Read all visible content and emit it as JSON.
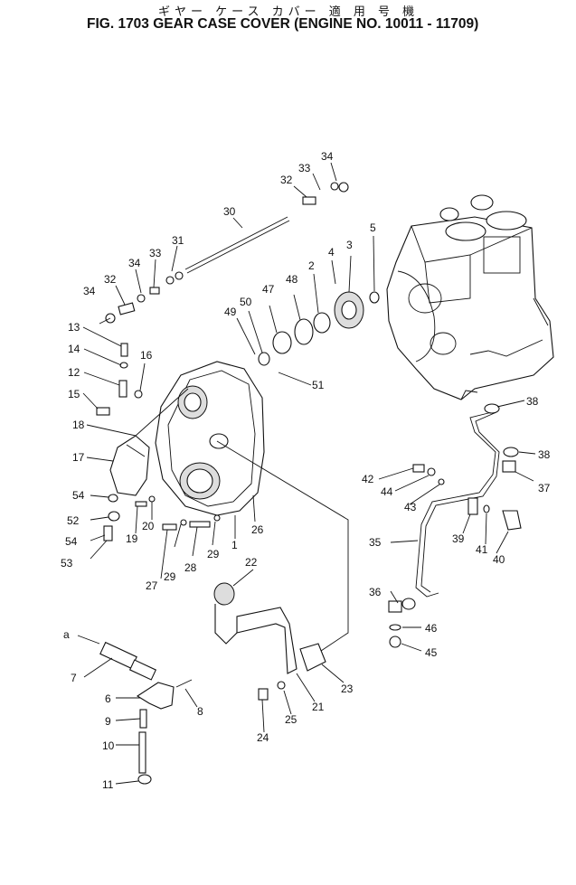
{
  "title": {
    "japanese": "ギヤー ケース カバー 適 用 号 機",
    "english": "FIG. 1703  GEAR CASE COVER (ENGINE NO. 10011 - 11709)"
  },
  "callouts": [
    "a",
    "2",
    "3",
    "4",
    "5",
    "6",
    "7",
    "8",
    "9",
    "10",
    "11",
    "12",
    "13",
    "14",
    "15",
    "16",
    "17",
    "18",
    "19",
    "20",
    "21",
    "22",
    "23",
    "24",
    "25",
    "26",
    "27",
    "28",
    "29",
    "29",
    "30",
    "31",
    "32",
    "32",
    "33",
    "33",
    "34",
    "34",
    "34",
    "35",
    "36",
    "37",
    "38",
    "38",
    "39",
    "40",
    "41",
    "42",
    "43",
    "44",
    "45",
    "46",
    "47",
    "48",
    "49",
    "50",
    "51",
    "52",
    "53",
    "54",
    "54",
    "1"
  ]
}
